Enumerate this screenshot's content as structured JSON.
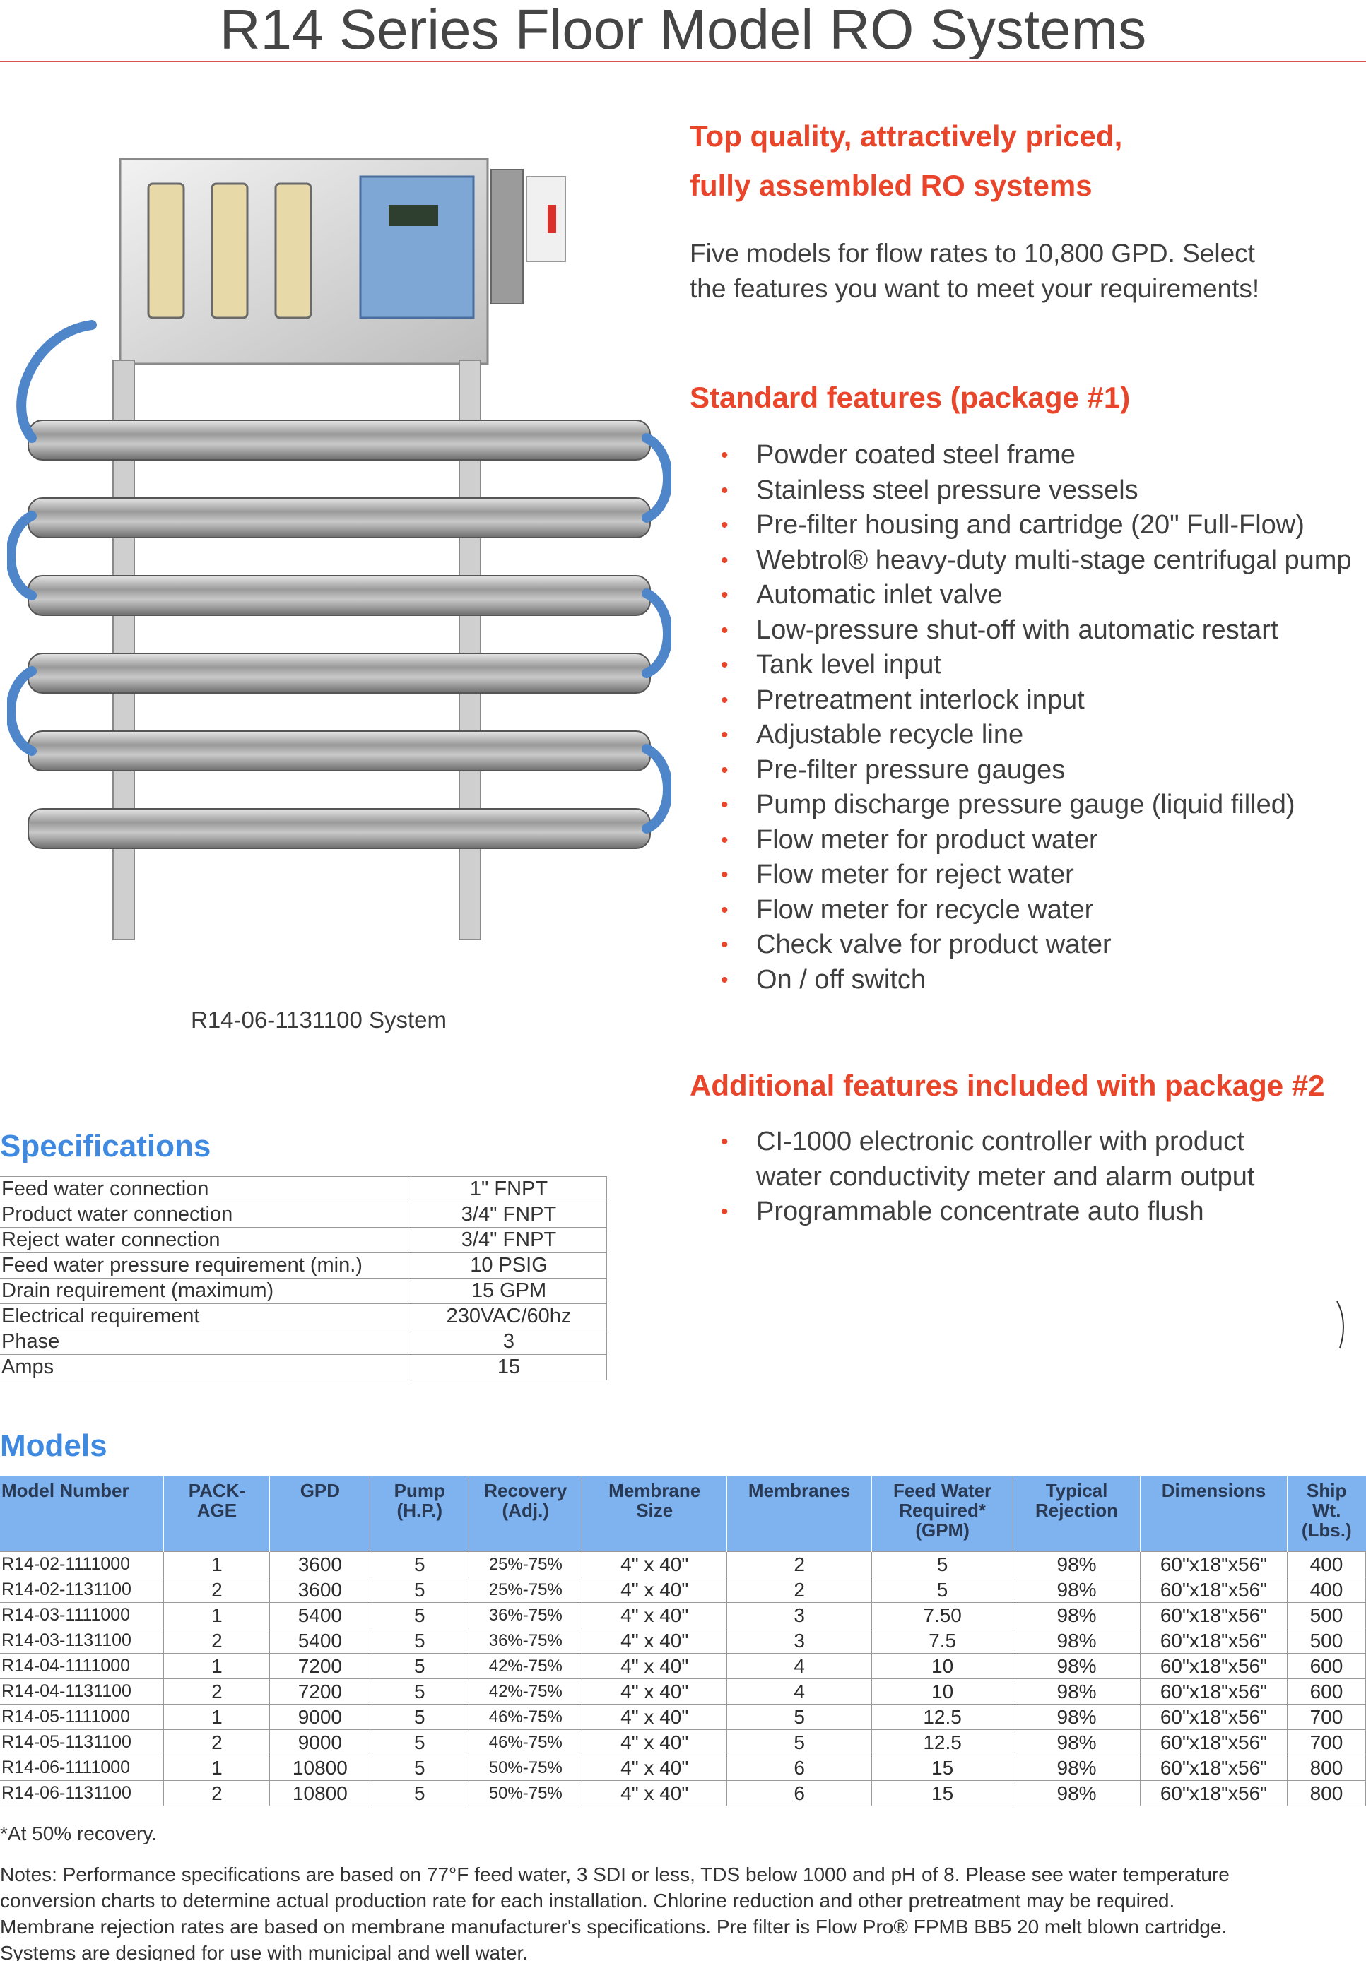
{
  "title": "R14 Series Floor Model RO Systems",
  "photo": {
    "caption": "R14-06-1131100 System"
  },
  "intro": {
    "heading_line1": "Top quality, attractively priced,",
    "heading_line2": "fully assembled RO systems",
    "text_line1": "Five models for flow rates to 10,800 GPD.  Select",
    "text_line2": "the features you want to meet your requirements!"
  },
  "standard": {
    "heading": "Standard features (package #1)",
    "items": [
      "Powder coated steel frame",
      "Stainless steel pressure vessels",
      "Pre-filter housing and cartridge (20\" Full-Flow)",
      "Webtrol® heavy-duty multi-stage centrifugal pump",
      "Automatic inlet valve",
      "Low-pressure shut-off with automatic restart",
      "Tank level input",
      "Pretreatment interlock input",
      "Adjustable recycle line",
      "Pre-filter pressure gauges",
      "Pump discharge pressure gauge (liquid filled)",
      "Flow meter for product water",
      "Flow meter for reject water",
      "Flow meter for recycle water",
      "Check valve for product water",
      "On / off switch"
    ]
  },
  "additional": {
    "heading": "Additional features included with package #2",
    "items": [
      "CI-1000 electronic controller with product",
      "water conductivity meter and alarm output",
      "Programmable concentrate auto flush"
    ]
  },
  "specifications": {
    "heading": "Specifications",
    "rows": [
      [
        "Feed water connection",
        "1\" FNPT"
      ],
      [
        "Product water connection",
        "3/4\" FNPT"
      ],
      [
        "Reject water connection",
        "3/4\" FNPT"
      ],
      [
        "Feed water pressure requirement (min.)",
        "10 PSIG"
      ],
      [
        "Drain requirement (maximum)",
        "15 GPM"
      ],
      [
        "Electrical requirement",
        "230VAC/60hz"
      ],
      [
        "Phase",
        "3"
      ],
      [
        "Amps",
        "15"
      ]
    ]
  },
  "models": {
    "heading": "Models",
    "headers": [
      [
        "Model Number"
      ],
      [
        "PACK-",
        "AGE"
      ],
      [
        "GPD"
      ],
      [
        "Pump",
        "(H.P.)"
      ],
      [
        "Recovery",
        "(Adj.)"
      ],
      [
        "Membrane",
        "Size"
      ],
      [
        "Membranes"
      ],
      [
        "Feed Water",
        "Required*",
        "(GPM)"
      ],
      [
        "Typical",
        "Rejection"
      ],
      [
        "Dimensions"
      ],
      [
        "Ship",
        "Wt.",
        "(Lbs.)"
      ]
    ],
    "rows": [
      [
        "R14-02-1111000",
        "1",
        "3600",
        "5",
        "25%-75%",
        "4\" x 40\"",
        "2",
        "5",
        "98%",
        "60\"x18\"x56\"",
        "400"
      ],
      [
        "R14-02-1131100",
        "2",
        "3600",
        "5",
        "25%-75%",
        "4\" x 40\"",
        "2",
        "5",
        "98%",
        "60\"x18\"x56\"",
        "400"
      ],
      [
        "R14-03-1111000",
        "1",
        "5400",
        "5",
        "36%-75%",
        "4\" x 40\"",
        "3",
        "7.50",
        "98%",
        "60\"x18\"x56\"",
        "500"
      ],
      [
        "R14-03-1131100",
        "2",
        "5400",
        "5",
        "36%-75%",
        "4\" x 40\"",
        "3",
        "7.5",
        "98%",
        "60\"x18\"x56\"",
        "500"
      ],
      [
        "R14-04-1111000",
        "1",
        "7200",
        "5",
        "42%-75%",
        "4\" x 40\"",
        "4",
        "10",
        "98%",
        "60\"x18\"x56\"",
        "600"
      ],
      [
        "R14-04-1131100",
        "2",
        "7200",
        "5",
        "42%-75%",
        "4\" x 40\"",
        "4",
        "10",
        "98%",
        "60\"x18\"x56\"",
        "600"
      ],
      [
        "R14-05-1111000",
        "1",
        "9000",
        "5",
        "46%-75%",
        "4\" x 40\"",
        "5",
        "12.5",
        "98%",
        "60\"x18\"x56\"",
        "700"
      ],
      [
        "R14-05-1131100",
        "2",
        "9000",
        "5",
        "46%-75%",
        "4\" x 40\"",
        "5",
        "12.5",
        "98%",
        "60\"x18\"x56\"",
        "700"
      ],
      [
        "R14-06-1111000",
        "1",
        "10800",
        "5",
        "50%-75%",
        "4\" x 40\"",
        "6",
        "15",
        "98%",
        "60\"x18\"x56\"",
        "800"
      ],
      [
        "R14-06-1131100",
        "2",
        "10800",
        "5",
        "50%-75%",
        "4\" x 40\"",
        "6",
        "15",
        "98%",
        "60\"x18\"x56\"",
        "800"
      ]
    ],
    "footnote": "*At 50% recovery."
  },
  "notes": {
    "line1": "Notes:  Performance specifications are based on 77°F feed water, 3 SDI or less, TDS below 1000 and pH of 8.  Please see water temperature",
    "line2": "conversion charts to determine actual production rate for each installation.  Chlorine reduction and other pretreatment may be required.",
    "line3": "Membrane rejection rates are based on membrane manufacturer's specifications.  Pre filter is Flow Pro® FPMB BB5 20 melt blown cartridge.",
    "line4": "Systems are designed for use with municipal and well water."
  },
  "colors": {
    "accent_red": "#e8452a",
    "heading_blue": "#3f8ae0",
    "table_header": "#7eb3ef"
  }
}
